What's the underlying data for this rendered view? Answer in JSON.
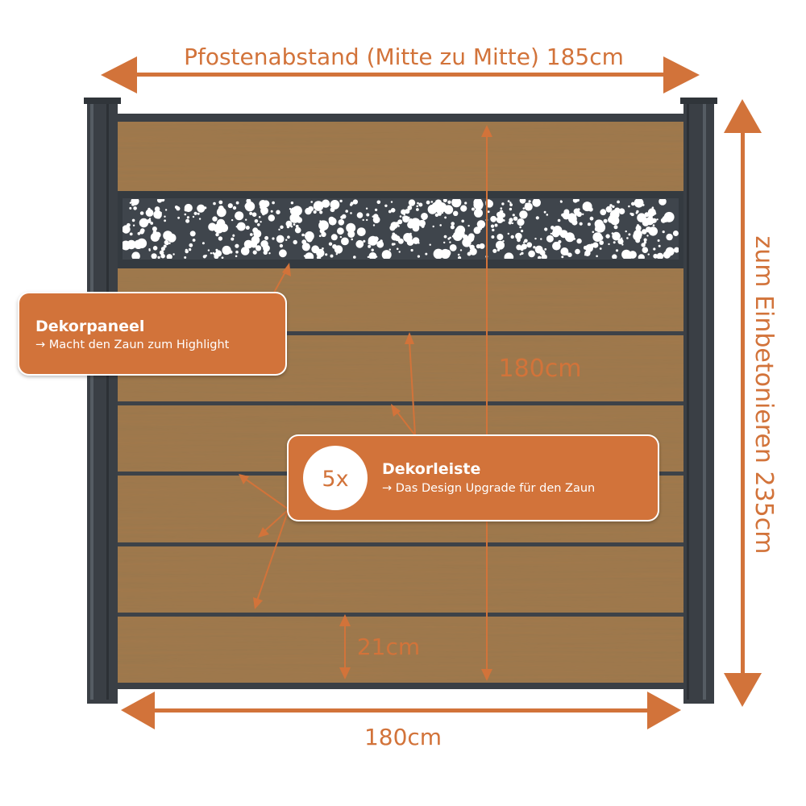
{
  "colors": {
    "accent": "#d2733a",
    "post": "#3a3f45",
    "wood": "#a2794b",
    "groove": "#3d4248",
    "decor_panel": "#3f454c"
  },
  "dimensions": {
    "post_spacing": "Pfostenabstand (Mitte zu Mitte) 185cm",
    "height_total": "zum Einbetonieren 235cm",
    "height_visible": "180cm",
    "board_height": "21cm",
    "width": "180cm"
  },
  "callouts": {
    "panel": {
      "title": "Dekorpaneel",
      "subtitle": "→ Macht den Zaun zum Highlight"
    },
    "strip": {
      "badge": "5x",
      "title": "Dekorleiste",
      "subtitle": "→ Das Design Upgrade für den Zaun"
    }
  }
}
